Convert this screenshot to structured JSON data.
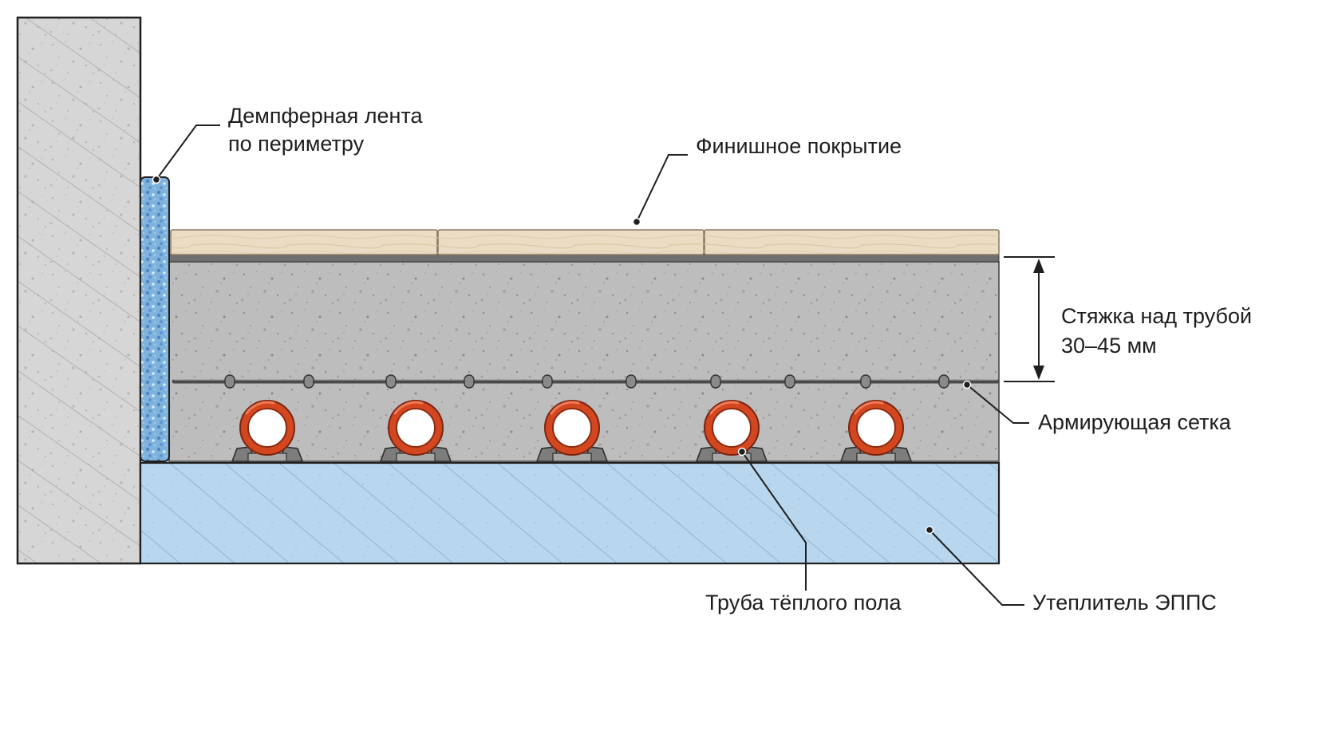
{
  "labels": {
    "damper_line1": "Демпферная лента",
    "damper_line2": "по периметру",
    "finish": "Финишное покрытие",
    "screed_line1": "Стяжка над трубой",
    "screed_line2": "30–45 мм",
    "mesh": "Армирующая сетка",
    "pipe": "Труба тёплого пола",
    "insulation": "Утеплитель ЭППС"
  },
  "colors": {
    "wall": "#d6d6d6",
    "damper_tape": "#7fb2dc",
    "insulation": "#b8d6ee",
    "screed": "#bdbdbd",
    "finish_wood": "#ecdcc4",
    "pipe": "#d2471f"
  },
  "pipe_count": 5,
  "mesh_clip_count": 10
}
